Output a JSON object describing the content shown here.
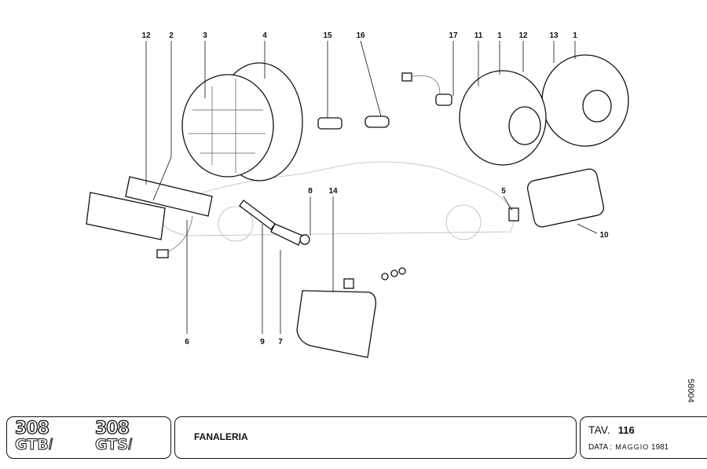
{
  "title_block": {
    "models": [
      {
        "number": "308",
        "model": "GTB",
        "suffix": "i"
      },
      {
        "number": "308",
        "model": "GTS",
        "suffix": "i"
      }
    ],
    "title": "FANALERIA",
    "tav_label": "TAV.",
    "tav_number": "116",
    "date_label": "DATA :",
    "date_month": "MAGGIO",
    "date_year": "1981"
  },
  "drawing_code": "58004",
  "callouts": {
    "c12a": "12",
    "c2": "2",
    "c3": "3",
    "c4": "4",
    "c15": "15",
    "c16": "16",
    "c17": "17",
    "c11": "11",
    "c1a": "1",
    "c12b": "12",
    "c13": "13",
    "c1b": "1",
    "c8": "8",
    "c14": "14",
    "c5": "5",
    "c10": "10",
    "c6": "6",
    "c9": "9",
    "c7": "7"
  }
}
